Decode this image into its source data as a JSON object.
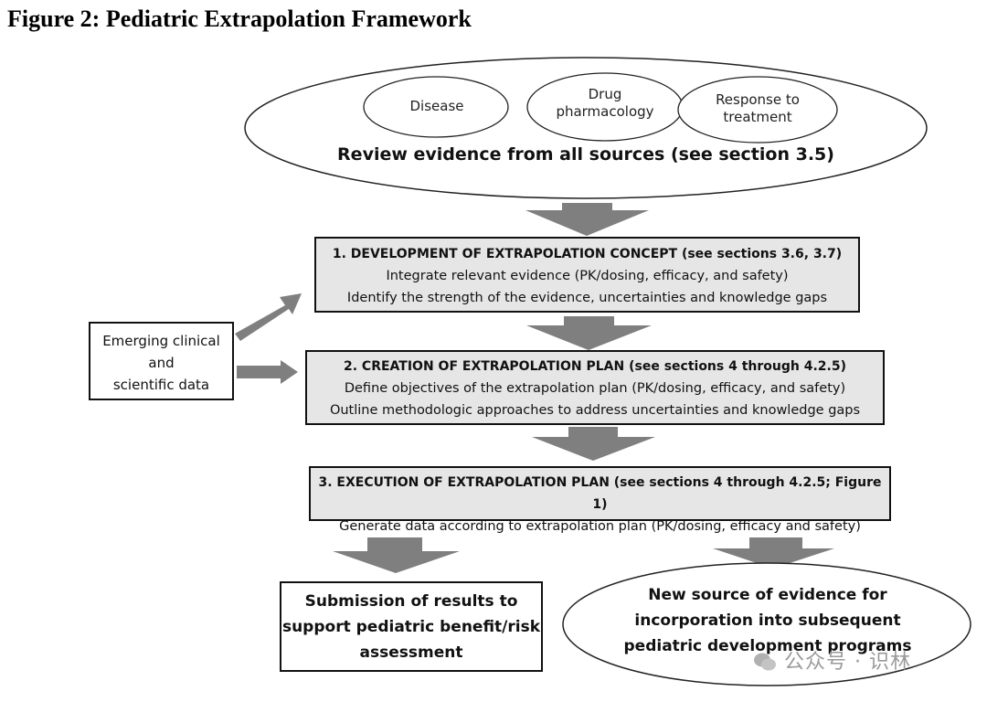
{
  "figure": {
    "title": "Figure 2:  Pediatric Extrapolation Framework"
  },
  "review": {
    "ovals": [
      "Disease",
      "Drug\npharmacology",
      "Response to\ntreatment"
    ],
    "text": "Review evidence from all sources (see section 3.5)"
  },
  "steps": [
    {
      "heading": "1. DEVELOPMENT OF EXTRAPOLATION CONCEPT (see sections 3.6, 3.7)",
      "line1": "Integrate relevant evidence (PK/dosing, efficacy, and safety)",
      "line2": "Identify the strength of the evidence, uncertainties and knowledge gaps"
    },
    {
      "heading": "2. CREATION OF EXTRAPOLATION PLAN (see sections 4 through 4.2.5)",
      "line1": "Define objectives of the extrapolation plan (PK/dosing, efficacy, and safety)",
      "line2": "Outline methodologic approaches to address uncertainties and knowledge gaps"
    },
    {
      "heading": "3. EXECUTION OF EXTRAPOLATION PLAN (see sections 4 through 4.2.5; Figure 1)",
      "line1": "Generate data according to extrapolation plan (PK/dosing, efficacy and safety)"
    }
  ],
  "side_box": {
    "text": "Emerging clinical\nand\nscientific data"
  },
  "outputs": {
    "box": "Submission of results to\nsupport pediatric benefit/risk\nassessment",
    "oval": "New source of evidence for\nincorporation into subsequent\npediatric development programs"
  },
  "watermark": {
    "text": "公众号 · 识林"
  },
  "colors": {
    "arrow": "#7f7f7f",
    "box_fill": "#e6e6e6",
    "border": "#111111"
  }
}
